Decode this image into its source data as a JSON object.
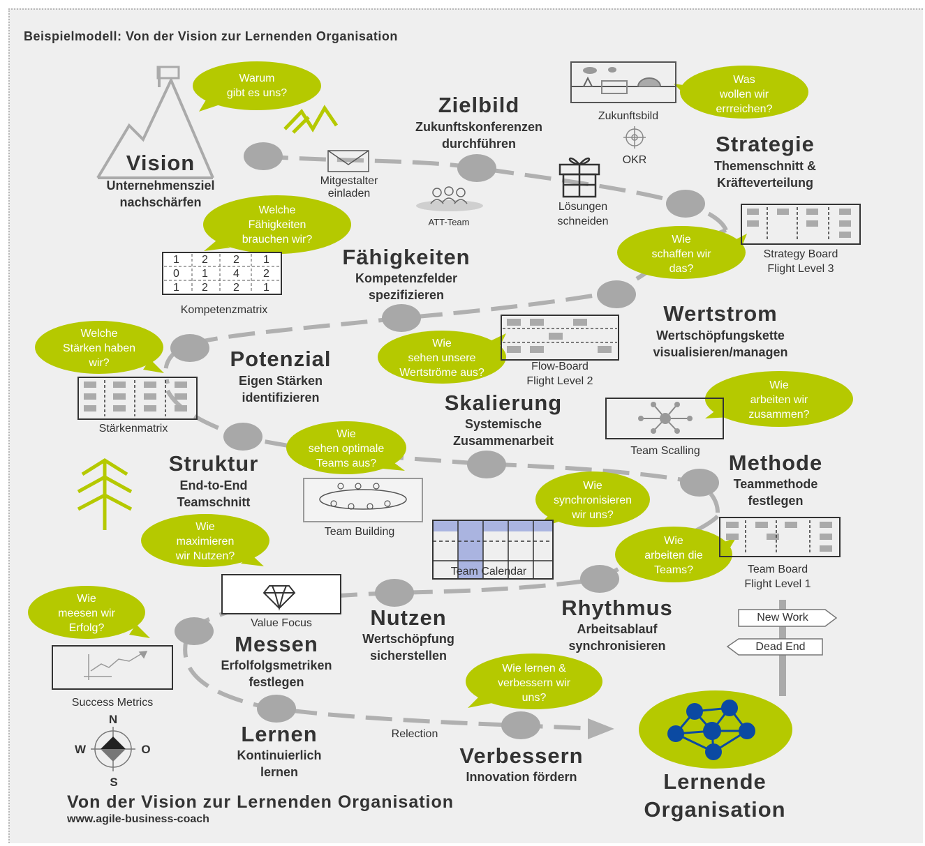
{
  "header": {
    "title": "Beispielmodell: Von der Vision zur Lernenden Organisation"
  },
  "footer": {
    "title": "Von der Vision zur Lernenden Organisation",
    "url": "www.agile-business-coach"
  },
  "stages": {
    "vision": {
      "title": "Vision",
      "sub1": "Unternehmensziel",
      "sub2": "nachschärfen"
    },
    "zielbild": {
      "title": "Zielbild",
      "sub1": "Zukunftskonferenzen",
      "sub2": "durchführen"
    },
    "strategie": {
      "title": "Strategie",
      "sub1": "Themenschnitt &",
      "sub2": "Kräfteverteilung"
    },
    "faehigkeiten": {
      "title": "Fähigkeiten",
      "sub1": "Kompetenzfelder",
      "sub2": "spezifizieren"
    },
    "wertstrom": {
      "title": "Wertstrom",
      "sub1": "Wertschöpfungskette",
      "sub2": "visualisieren/managen"
    },
    "potenzial": {
      "title": "Potenzial",
      "sub1": "Eigen Stärken",
      "sub2": "identifizieren"
    },
    "skalierung": {
      "title": "Skalierung",
      "sub1": "Systemische",
      "sub2": "Zusammenarbeit"
    },
    "struktur": {
      "title": "Struktur",
      "sub1": "End-to-End",
      "sub2": "Teamschnitt"
    },
    "methode": {
      "title": "Methode",
      "sub1": "Teammethode",
      "sub2": "festlegen"
    },
    "rhythmus": {
      "title": "Rhythmus",
      "sub1": "Arbeitsablauf",
      "sub2": "synchronisieren"
    },
    "nutzen": {
      "title": "Nutzen",
      "sub1": "Wertschöpfung",
      "sub2": "sicherstellen"
    },
    "messen": {
      "title": "Messen",
      "sub1": "Erfolfolgsmetriken",
      "sub2": "festlegen"
    },
    "lernen": {
      "title": "Lernen",
      "sub1": "Kontinuierlich",
      "sub2": "lernen"
    },
    "verbessern": {
      "title": "Verbessern",
      "sub1": "Innovation fördern"
    },
    "lernende": {
      "line1": "Lernende",
      "line2": "Organisation"
    }
  },
  "bubbles": {
    "warum": [
      "Warum",
      "gibt es uns?"
    ],
    "was": [
      "Was",
      "wollen wir",
      "errreichen?"
    ],
    "faehig": [
      "Welche",
      "Fähigkeiten",
      "brauchen wir?"
    ],
    "schaffen": [
      "Wie",
      "schaffen wir",
      "das?"
    ],
    "staerken": [
      "Welche",
      "Stärken haben",
      "wir?"
    ],
    "wertstroeme": [
      "Wie",
      "sehen unsere",
      "Wertströme aus?"
    ],
    "zusammen": [
      "Wie",
      "arbeiten wir",
      "zusammen?"
    ],
    "teams_opt": [
      "Wie",
      "sehen optimale",
      "Teams aus?"
    ],
    "sync": [
      "Wie",
      "synchronisieren",
      "wir uns?"
    ],
    "maxnutzen": [
      "Wie",
      "maximieren",
      "wir Nutzen?"
    ],
    "arbeiten_teams": [
      "Wie",
      "arbeiten die",
      "Teams?"
    ],
    "erfolg": [
      "Wie",
      "meesen wir",
      "Erfolg?"
    ],
    "lernen": [
      "Wie lernen &",
      "verbessern wir",
      "uns?"
    ]
  },
  "labels": {
    "mitgestalter": [
      "Mitgestalter",
      "einladen"
    ],
    "att_team": "ATT-Team",
    "loesungen": [
      "Lösungen",
      "schneiden"
    ],
    "zukunftsbild": "Zukunftsbild",
    "okr": "OKR",
    "strategy_board": [
      "Strategy Board",
      "Flight Level 3"
    ],
    "kompetenzmatrix": "Kompetenzmatrix",
    "flow_board": [
      "Flow-Board",
      "Flight Level 2"
    ],
    "staerkenmatrix": "Stärkenmatrix",
    "team_scalling": "Team Scalling",
    "team_building": "Team Building",
    "team_calendar": "Team Calendar",
    "team_board": [
      "Team Board",
      "Flight Level 1"
    ],
    "value_focus": "Value Focus",
    "success_metrics": "Success Metrics",
    "relection": "Relection",
    "new_work": "New Work",
    "dead_end": "Dead End"
  },
  "matrix": {
    "row1": [
      "1",
      "2",
      "2",
      "1"
    ],
    "row2": [
      "0",
      "1",
      "4",
      "2"
    ],
    "row3": [
      "1",
      "2",
      "2",
      "1"
    ]
  },
  "compass": {
    "n": "N",
    "w": "W",
    "o": "O",
    "s": "S"
  },
  "colors": {
    "bubble": "#b5c900",
    "circle": "#a8a8a8",
    "path": "#b0b0b0",
    "network": "#0b4aa2",
    "background": "#efefef",
    "calendar_fill": "#aab4e0"
  }
}
